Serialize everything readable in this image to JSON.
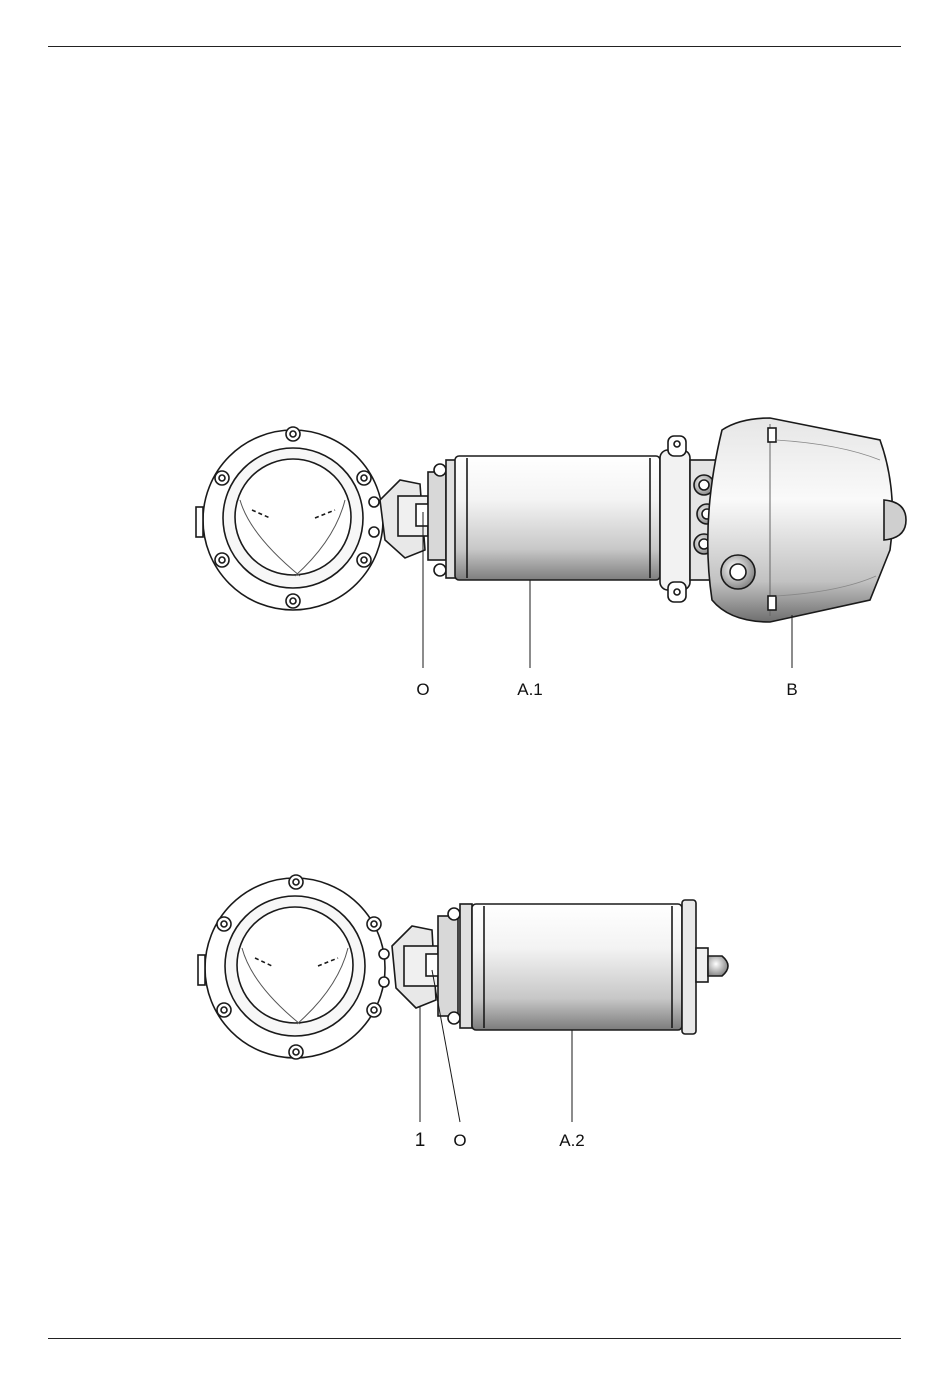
{
  "figure1": {
    "callouts": [
      "O",
      "A.1",
      "B"
    ]
  },
  "figure2": {
    "callouts": [
      "1",
      "O",
      "A.2"
    ]
  },
  "colors": {
    "line": "#1a1a1a",
    "body_light": "#f2f2f2",
    "body_mid": "#c9c9c9",
    "body_dark": "#8a8a8a"
  }
}
